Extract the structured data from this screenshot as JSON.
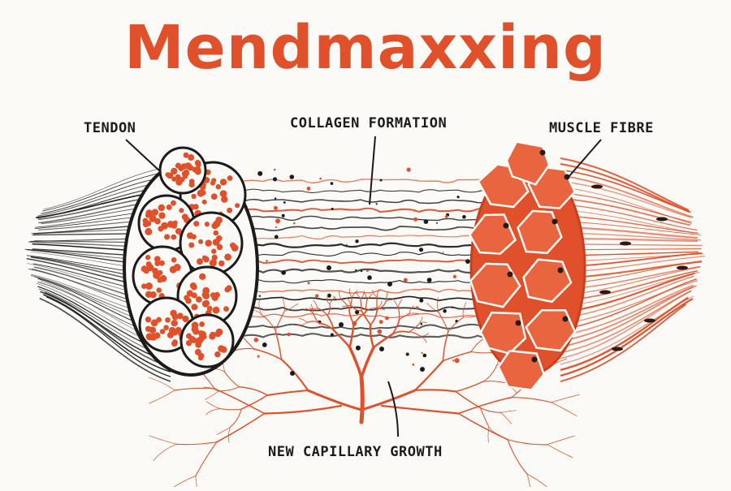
{
  "title": "Mendmaxxing",
  "labels": {
    "tendon": "TENDON",
    "collagen": "COLLAGEN FORMATION",
    "muscle": "MUSCLE FIBRE",
    "capillary": "NEW CAPILLARY GROWTH"
  },
  "colors": {
    "accent": "#e0502b",
    "ink": "#1b1b1b",
    "background": "#fbfaf7",
    "muscle_dark": "#c9401f"
  }
}
